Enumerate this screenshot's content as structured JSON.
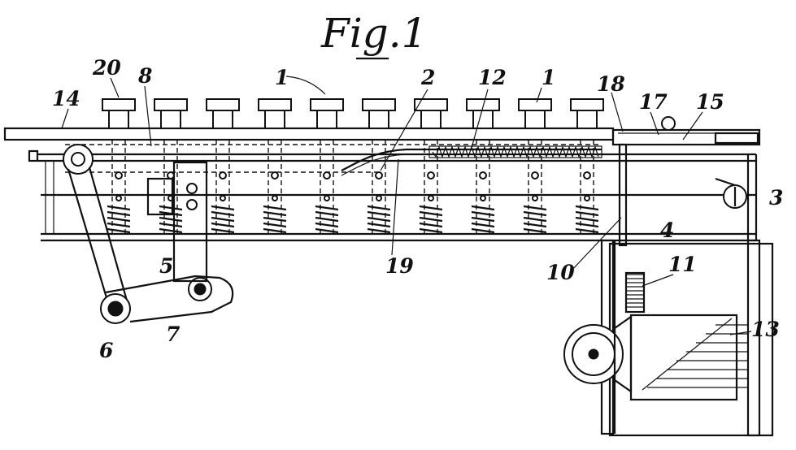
{
  "figure": {
    "title": "Fig.1"
  },
  "labels": {
    "l20": "20",
    "l8": "8",
    "l1a": "1",
    "l2": "2",
    "l12": "12",
    "l1b": "1",
    "l18": "18",
    "l17": "17",
    "l15": "15",
    "l14": "14",
    "l3": "3",
    "l4": "4",
    "l19": "19",
    "l10": "10",
    "l11": "11",
    "l13": "13",
    "l5": "5",
    "l6": "6",
    "l7": "7"
  },
  "colors": {
    "ink": "#111111",
    "paper": "#ffffff"
  }
}
